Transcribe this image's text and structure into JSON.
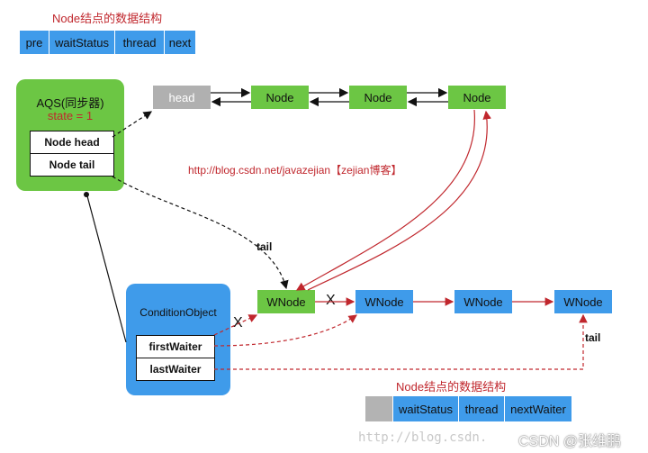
{
  "top_struct": {
    "caption": "Node结点的数据结构",
    "fields": [
      "pre",
      "waitStatus",
      "thread",
      "next"
    ]
  },
  "aqs": {
    "title": "AQS(同步器)",
    "state": "state = 1",
    "head_label": "Node head",
    "tail_label": "Node tail"
  },
  "sync_queue": {
    "head": "head",
    "nodes": [
      "Node",
      "Node",
      "Node"
    ]
  },
  "url_note": "http://blog.csdn.net/javazejian【zejian博客】",
  "tail_label": "tail",
  "condition": {
    "title": "ConditionObject",
    "first_waiter": "firstWaiter",
    "last_waiter": "lastWaiter"
  },
  "wait_queue": {
    "nodes": [
      "WNode",
      "WNode",
      "WNode",
      "WNode"
    ],
    "cut_marks": [
      "X",
      "X"
    ],
    "tail_label": "tail"
  },
  "bottom_struct": {
    "caption": "Node结点的数据结构",
    "fields": [
      "",
      "waitStatus",
      "thread",
      "nextWaiter"
    ]
  },
  "watermark": "http://blog.csdn.",
  "credit": "CSDN @张维鹏",
  "colors": {
    "green": "#6cc644",
    "blue": "#3f9bea",
    "grey": "#b0b0b0",
    "red": "#c0272d"
  }
}
